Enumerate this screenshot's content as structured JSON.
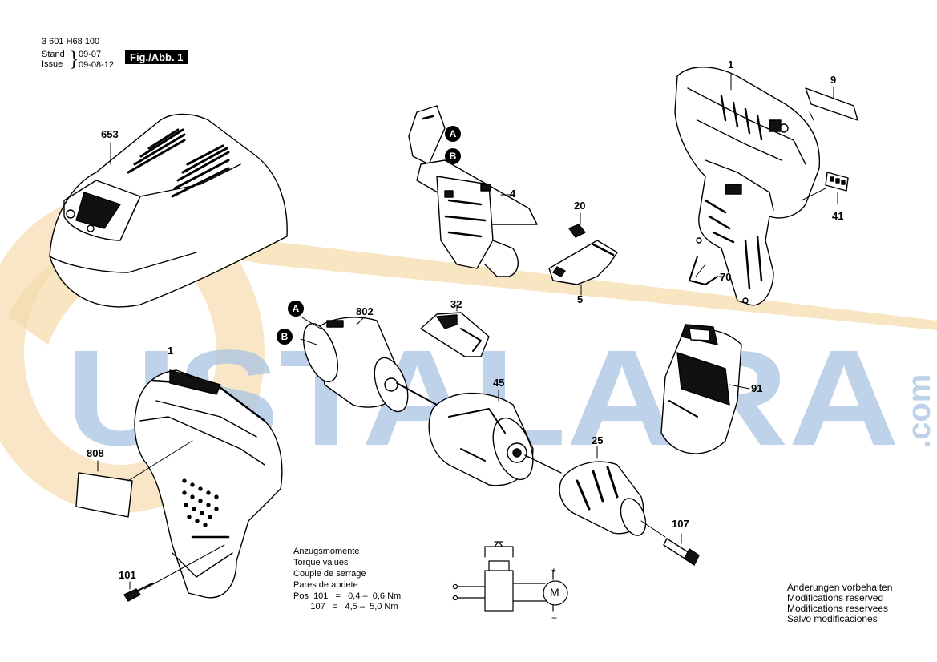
{
  "header": {
    "doc_number": "3 601 H68 100",
    "stand_label": "Stand",
    "issue_label": "Issue",
    "date_old": "09-07",
    "date_new": "09-08-12",
    "figure_label": "Fig./Abb. 1"
  },
  "watermark": {
    "text": "USTALARA",
    "suffix": ".com",
    "color_blue": "#a9c4e4",
    "color_orange": "#f5dcae"
  },
  "callouts": {
    "p653": "653",
    "p1_top": "1",
    "p9": "9",
    "p41": "41",
    "p70": "70",
    "p4": "4",
    "p20": "20",
    "p5": "5",
    "p32": "32",
    "p802": "802",
    "p45": "45",
    "p25": "25",
    "p91": "91",
    "p107": "107",
    "p1_bottom": "1",
    "p808": "808",
    "p101": "101"
  },
  "markers": {
    "a": "A",
    "b": "B"
  },
  "torque": {
    "line1": "Anzugsmomente",
    "line2": "Torque values",
    "line3": "Couple de serrage",
    "line4": "Pares de apriete",
    "row1": "Pos  101   =   0,4 –  0,6 Nm",
    "row2": "       107   =   4,5 –  5,0 Nm"
  },
  "motor_label": "M",
  "notice": {
    "line1": "Änderungen vorbehalten",
    "line2": "Modifications reserved",
    "line3": "Modifications reservees",
    "line4": "Salvo modificaciones"
  }
}
